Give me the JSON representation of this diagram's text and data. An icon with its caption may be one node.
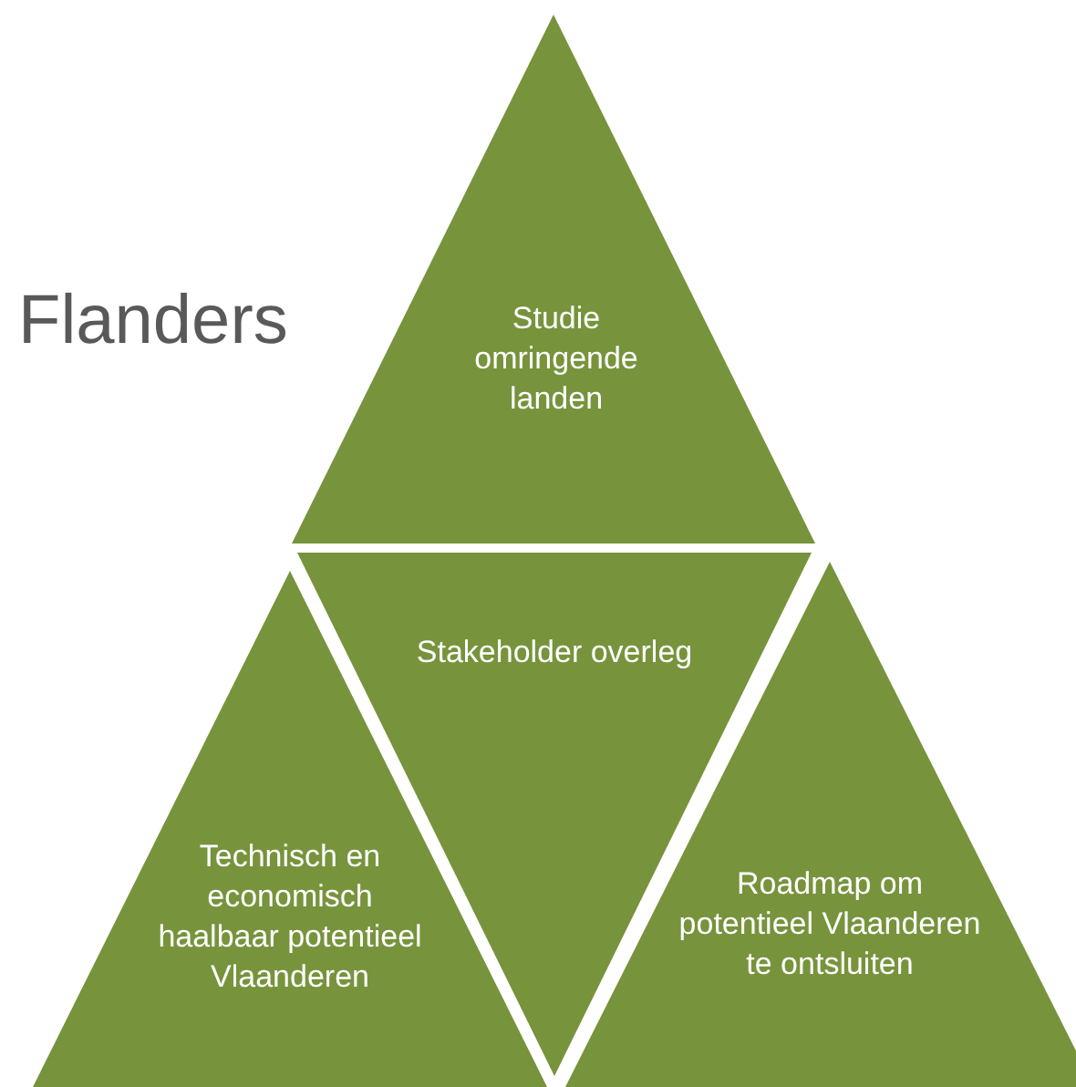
{
  "diagram": {
    "title": "Flanders",
    "nodes": [
      {
        "text": [
          "Studie omringende landen"
        ]
      },
      {
        "text": [
          "Stakeholder overleg"
        ]
      },
      {
        "text": [
          "Technisch en economisch haalbaar potentieel Vlaanderen"
        ]
      },
      {
        "text": [
          "Roadmap om potentieel Vlaanderen te ontsluiten"
        ]
      }
    ]
  }
}
